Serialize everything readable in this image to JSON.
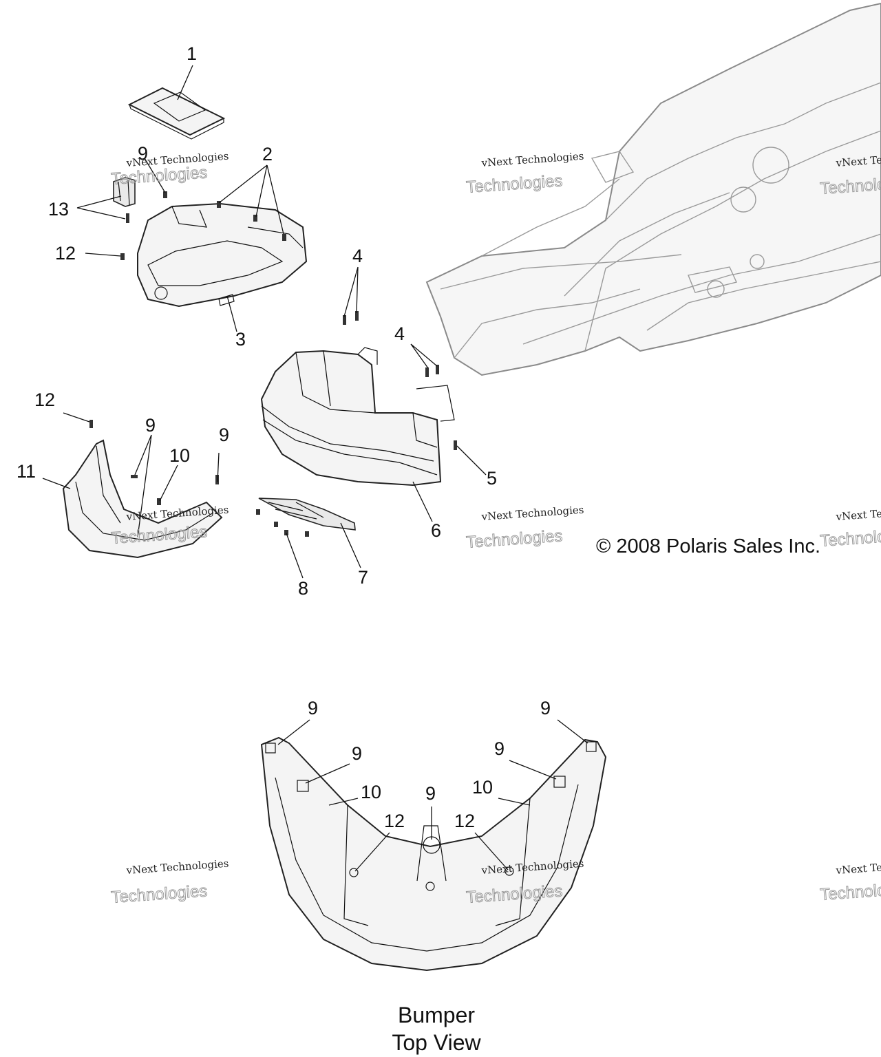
{
  "copyright": "© 2008 Polaris Sales Inc.",
  "caption": {
    "line1": "Bumper",
    "line2": "Top View"
  },
  "watermark": {
    "line1": "vNext Technologies",
    "line2": "Technologies"
  },
  "callouts": {
    "c1": "1",
    "c2": "2",
    "c3": "3",
    "c4a": "4",
    "c4b": "4",
    "c5": "5",
    "c6": "6",
    "c7": "7",
    "c8": "8",
    "c9a": "9",
    "c9b": "9",
    "c9c": "9",
    "c10": "10",
    "c11": "11",
    "c12a": "12",
    "c12b": "12",
    "c13": "13",
    "b9a": "9",
    "b9b": "9",
    "b9c": "9",
    "b9d": "9",
    "b9e": "9",
    "b10a": "10",
    "b10b": "10",
    "b12a": "12",
    "b12b": "12"
  }
}
